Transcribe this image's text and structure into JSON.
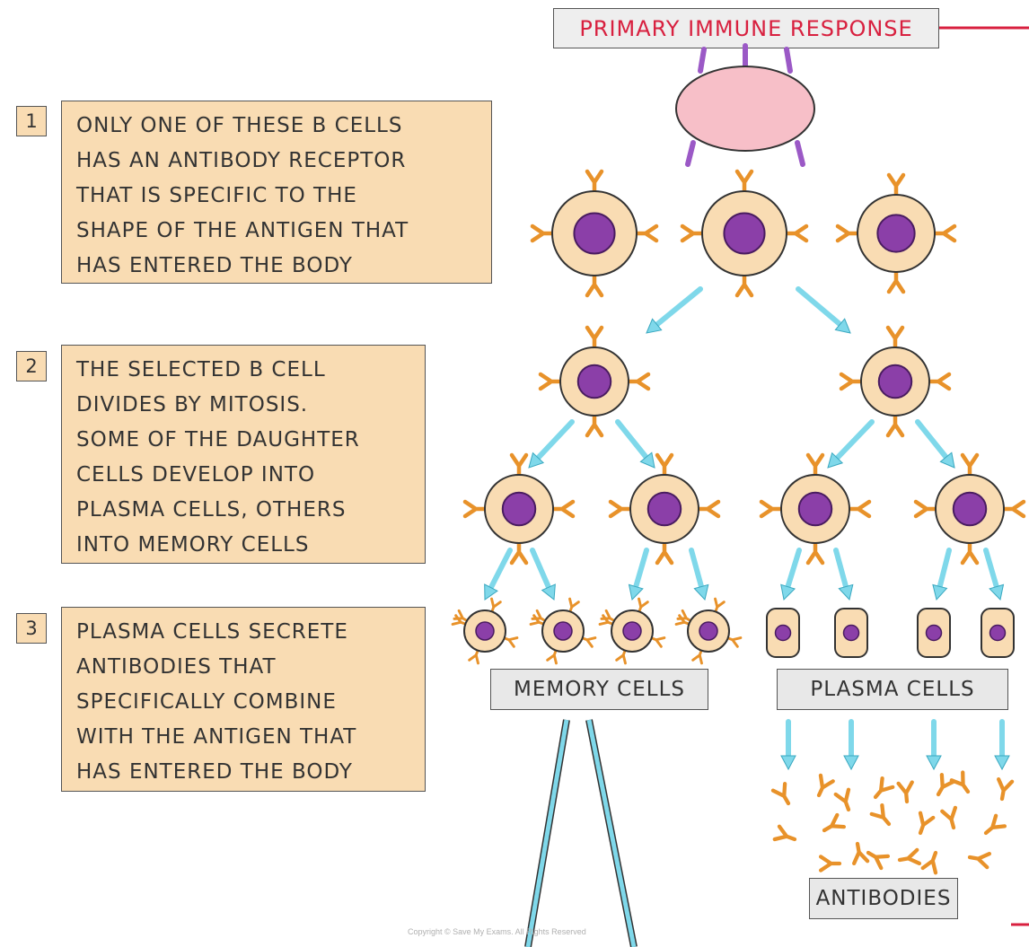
{
  "title": "PRIMARY IMMUNE RESPONSE",
  "steps": [
    {
      "number": "1",
      "lines": [
        "ONLY ONE OF THESE B CELLS",
        "HAS AN ANTIBODY RECEPTOR",
        "THAT IS SPECIFIC TO THE",
        "SHAPE OF THE ANTIGEN THAT",
        "HAS ENTERED THE BODY"
      ]
    },
    {
      "number": "2",
      "lines": [
        "THE SELECTED B CELL",
        "DIVIDES BY MITOSIS.",
        "SOME OF THE DAUGHTER",
        "CELLS DEVELOP INTO",
        "PLASMA CELLS, OTHERS",
        "INTO MEMORY CELLS"
      ]
    },
    {
      "number": "3",
      "lines": [
        "PLASMA CELLS SECRETE",
        "ANTIBODIES THAT",
        "SPECIFICALLY COMBINE",
        "WITH THE ANTIGEN THAT",
        "HAS ENTERED THE BODY"
      ]
    }
  ],
  "labels": {
    "memory": "MEMORY CELLS",
    "plasma": "PLASMA CELLS",
    "antibodies": "ANTIBODIES"
  },
  "copyright": "Copyright © Save My Exams. All Rights Reserved",
  "colors": {
    "title_text": "#d8203f",
    "box_fill": "#f9dcb3",
    "label_fill": "#e8e8e8",
    "cell_body": "#f9dcb3",
    "nucleus": "#8b3fa8",
    "receptor": "#e8922a",
    "arrow": "#7fd8ea",
    "antigen_fill": "#f7bfc8",
    "antigen_spike": "#9b59c6"
  }
}
